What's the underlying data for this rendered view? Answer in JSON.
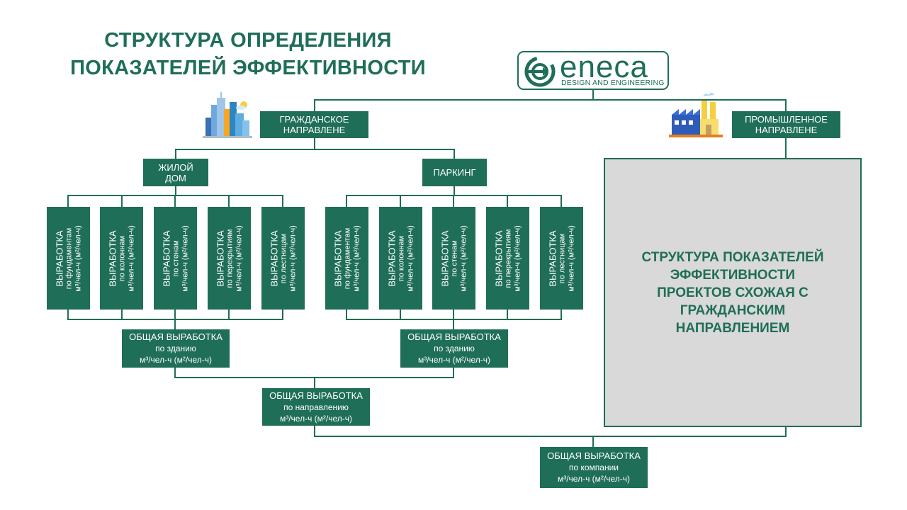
{
  "title": {
    "line1": "СТРУКТУРА ОПРЕДЕЛЕНИЯ",
    "line2": "ПОКАЗАТЕЛЕЙ ЭФФЕКТИВНОСТИ"
  },
  "logo": {
    "brand": "eneca",
    "tagline": "DESIGN AND ENGINEERING"
  },
  "civil": {
    "line1": "ГРАЖДАНСКОЕ",
    "line2": "НАПРАВЛЕНЕ"
  },
  "industrial": {
    "line1": "ПРОМЫШЛЕННОЕ",
    "line2": "НАПРАВЛЕНЕ"
  },
  "residential": {
    "line1": "ЖИЛОЙ",
    "line2": "ДОМ"
  },
  "parking": {
    "label": "ПАРКИНГ"
  },
  "output_boxes": [
    {
      "title": "ВЫРАБОТКА",
      "sub": "по фундаментам",
      "unit": "м³/чел-ч (м²/чел-ч)"
    },
    {
      "title": "ВЫРАБОТКА",
      "sub": "по колоннам",
      "unit": "м³/чел-ч (м²/чел-ч)"
    },
    {
      "title": "ВЫРАБОТКА",
      "sub": "по стенам",
      "unit": "м³/чел-ч (м²/чел-ч)"
    },
    {
      "title": "ВЫРАБОТКА",
      "sub": "по перекрытиям",
      "unit": "м³/чел-ч (м²/чел-ч)"
    },
    {
      "title": "ВЫРАБОТКА",
      "sub": "по лестницам",
      "unit": "м³/чел-ч (м²/чел-ч)"
    }
  ],
  "building_total": {
    "line1": "ОБЩАЯ ВЫРАБОТКА",
    "line2": "по зданию",
    "line3": "м³/чел-ч (м²/чел-ч)"
  },
  "direction_total": {
    "line1": "ОБЩАЯ ВЫРАБОТКА",
    "line2": "по направлению",
    "line3": "м³/чел-ч (м²/чел-ч)"
  },
  "company_total": {
    "line1": "ОБЩАЯ ВЫРАБОТКА",
    "line2": "по компании",
    "line3": "м³/чел-ч (м²/чел-ч)"
  },
  "industrial_note": {
    "line1": "СТРУКТУРА ПОКАЗАТЕЛЕЙ",
    "line2": "ЭФФЕКТИВНОСТИ",
    "line3": "ПРОЕКТОВ СХОЖАЯ С",
    "line4": "ГРАЖДАНСКИМ",
    "line5": "НАПРАВЛЕНИЕМ"
  },
  "colors": {
    "primary": "#1f6e57",
    "panel": "#d9d9d9"
  },
  "icons": [
    "city-buildings-icon",
    "factory-icon",
    "eneca-logo-icon"
  ]
}
